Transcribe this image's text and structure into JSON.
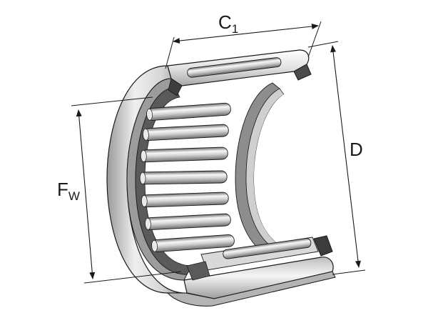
{
  "figure": {
    "dimensions": [
      {
        "id": "c1",
        "symbol": "C",
        "subscript": "1"
      },
      {
        "id": "d",
        "symbol": "D",
        "subscript": ""
      },
      {
        "id": "fw",
        "symbol": "F",
        "subscript": "W"
      }
    ]
  },
  "colors": {
    "outline": "#1a1a1a",
    "metal_light": "#f4f4f4",
    "metal_mid": "#c9c9c9",
    "metal_dark": "#7d7d7d",
    "background": "#ffffff"
  }
}
